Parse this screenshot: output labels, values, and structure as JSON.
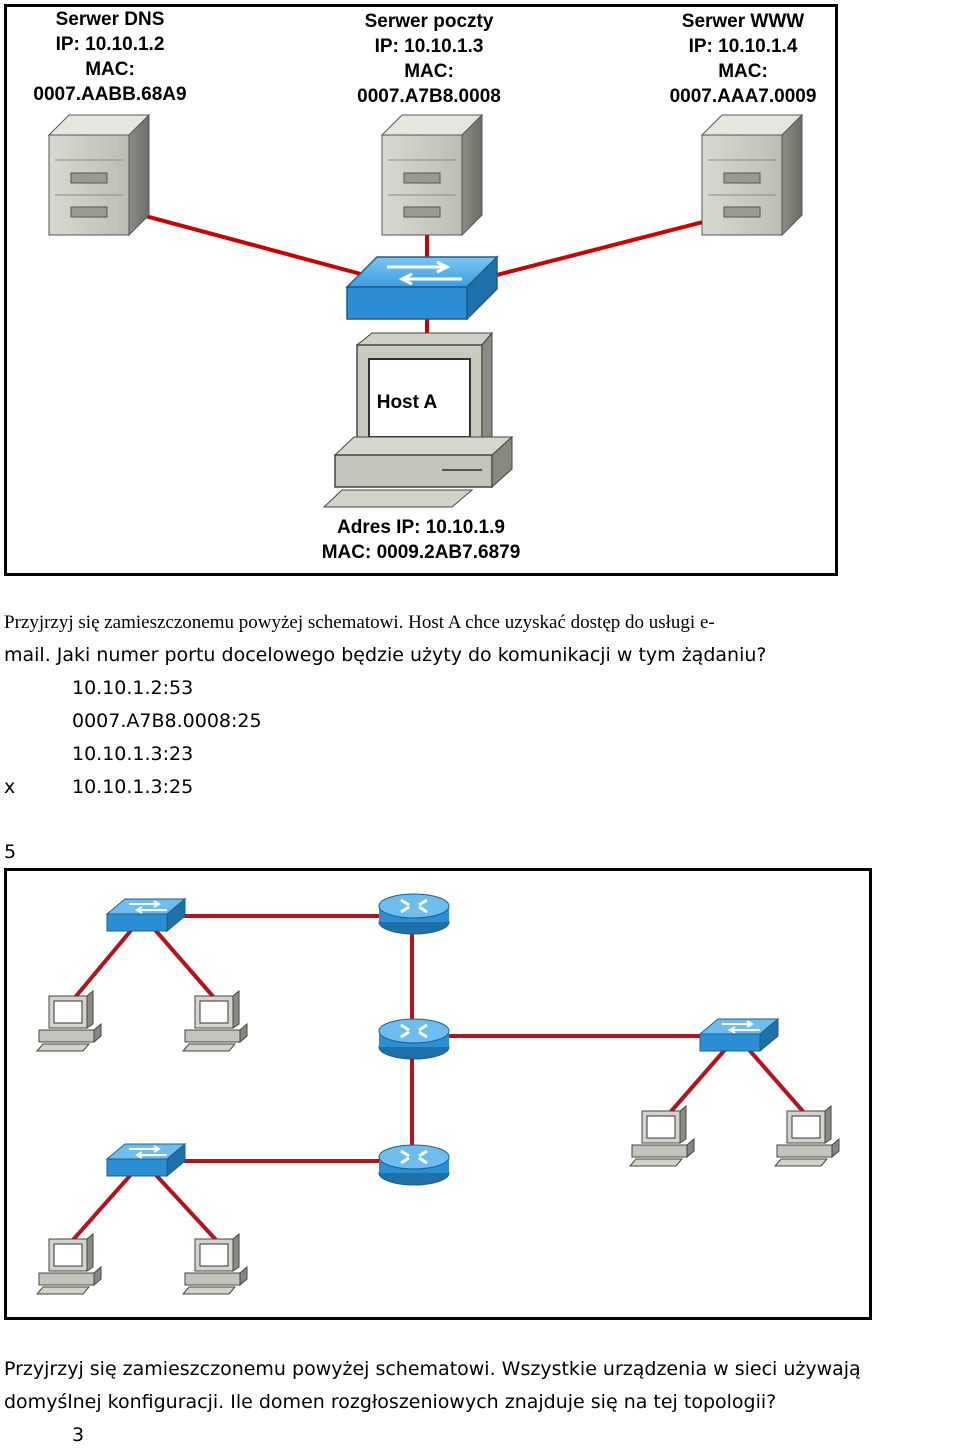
{
  "question1": {
    "diagram": {
      "dns_server": {
        "name": "Serwer DNS",
        "ip": "IP: 10.10.1.2",
        "mac_label": "MAC:",
        "mac": "0007.AABB.68A9"
      },
      "mail_server": {
        "name": "Serwer poczty",
        "ip": "IP: 10.10.1.3",
        "mac_label": "MAC:",
        "mac": "0007.A7B8.0008"
      },
      "www_server": {
        "name": "Serwer WWW",
        "ip": "IP: 10.10.1.4",
        "mac_label": "MAC:",
        "mac": "0007.AAA7.0009"
      },
      "host": {
        "screen_label": "Host A",
        "ip": "Adres IP: 10.10.1.9",
        "mac": "MAC: 0009.2AB7.6879"
      },
      "icons": [
        "server-icon",
        "server-icon",
        "server-icon",
        "switch-icon",
        "workstation-icon"
      ],
      "link_color": "#cc0000"
    },
    "text_part1": "Przyjrzyj się zamieszczonemu powyżej schematowi. Host A chce uzyskać dostęp do usługi e-",
    "text_part2": "mail. Jaki numer portu docelowego będzie użyty do komunikacji w tym żądaniu?",
    "answers": [
      "10.10.1.2:53",
      "0007.A7B8.0008:25",
      "10.10.1.3:23",
      "10.10.1.3:25"
    ],
    "correct_mark": "x"
  },
  "question2": {
    "number": "5",
    "diagram": {
      "icons": [
        "switch-icon",
        "router-icon",
        "router-icon",
        "router-icon",
        "switch-icon",
        "switch-icon",
        "workstation-icon"
      ],
      "link_color": "#b5121b",
      "switch_color": "#2a8fd4",
      "router_color": "#2a8fd4"
    },
    "text_line1": "Przyjrzyj się zamieszczonemu powyżej schematowi. Wszystkie urządzenia w sieci używają",
    "text_line2": "domyślnej konfiguracji. Ile domen rozgłoszeniowych znajduje się na tej topologii?",
    "answer": "3"
  }
}
